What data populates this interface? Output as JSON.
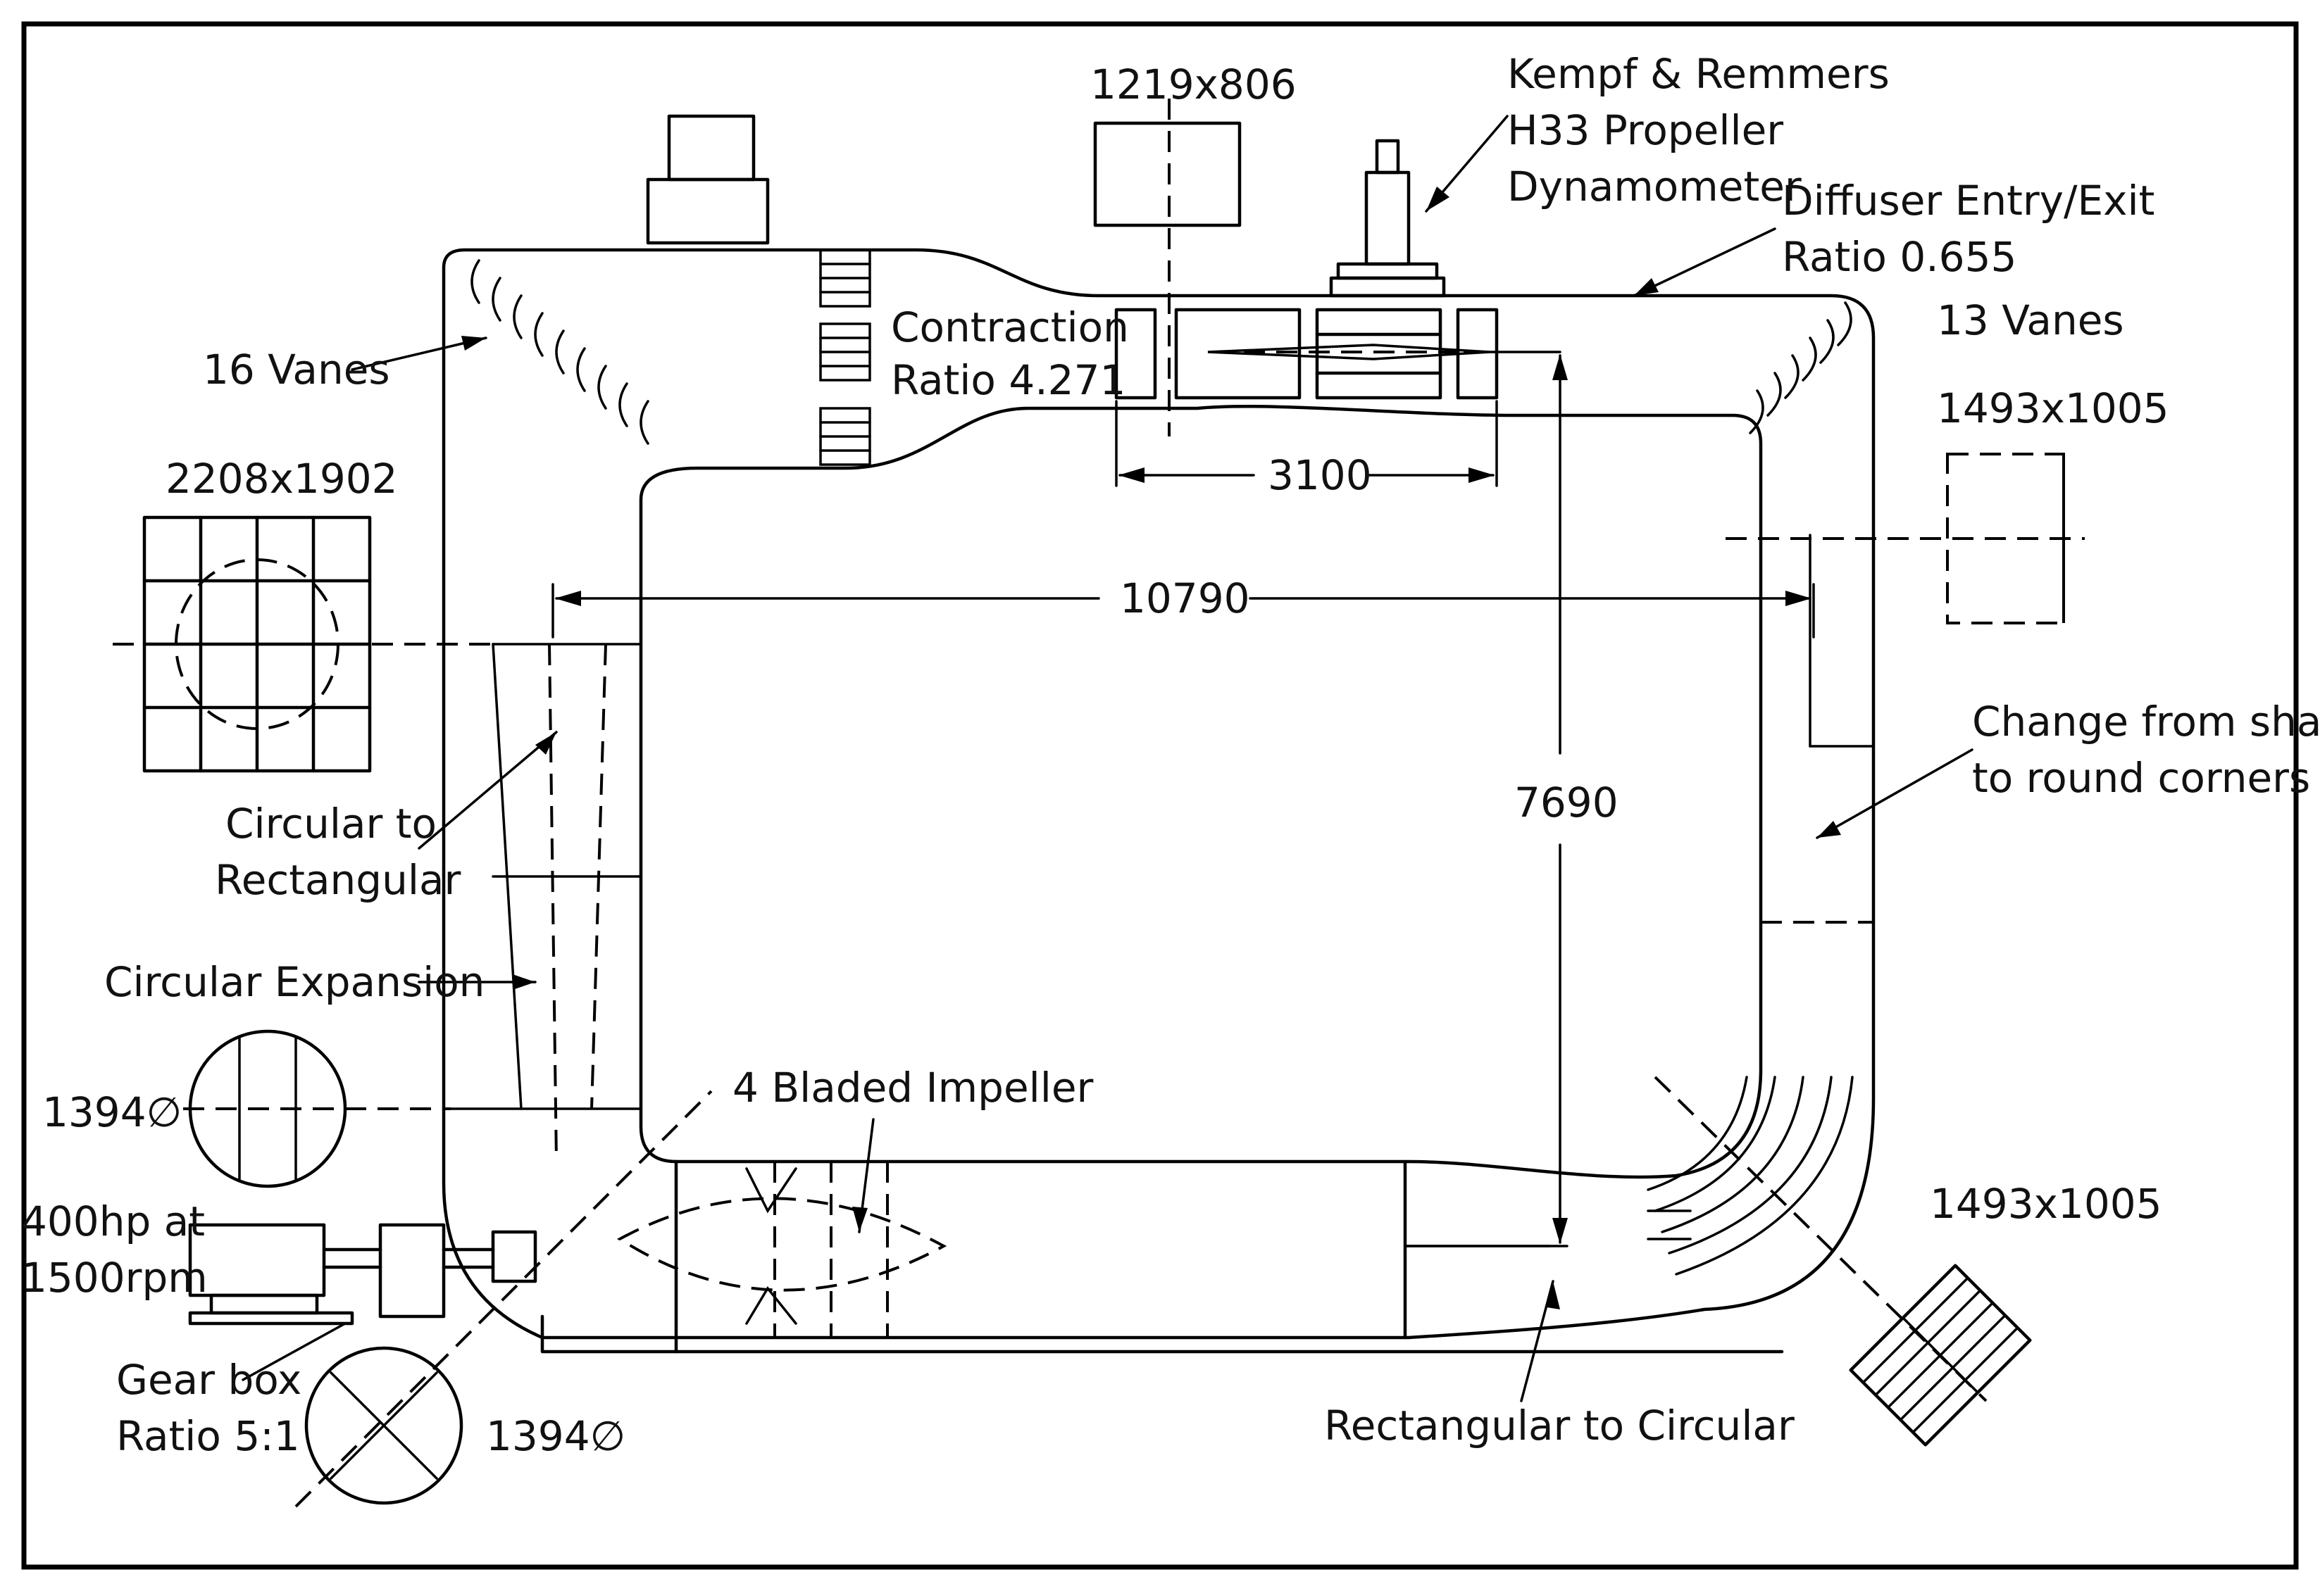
{
  "labels": {
    "section_top": "1219x806",
    "dyn_line1": "Kempf & Remmers",
    "dyn_line2": "H33 Propeller",
    "dyn_line3": "Dynamometer",
    "diffuser_line1": "Diffuser Entry/Exit",
    "diffuser_line2": "Ratio 0.655",
    "vanes_right": "13 Vanes",
    "section_right_top": "1493x1005",
    "vanes_left": "16 Vanes",
    "contraction_line1": "Contraction",
    "contraction_line2": "Ratio 4.271",
    "section_left_top": "2208x1902",
    "dim_3100": "3100",
    "dim_10790": "10790",
    "dim_7690": "7690",
    "change_line1": "Change from sharp",
    "change_line2": "to round corners",
    "c2r_line1": "Circular to",
    "c2r_line2": "Rectangular",
    "circ_expansion": "Circular Expansion",
    "section_left_circle": "1394∅",
    "impeller": "4 Bladed Impeller",
    "motor_line1": "400hp at",
    "motor_line2": "1500rpm",
    "gear_line1": "Gear box",
    "gear_line2": "Ratio 5:1",
    "section_bottom_circle": "1394∅",
    "section_right_bottom": "1493x1005",
    "r2c": "Rectangular to Circular"
  }
}
